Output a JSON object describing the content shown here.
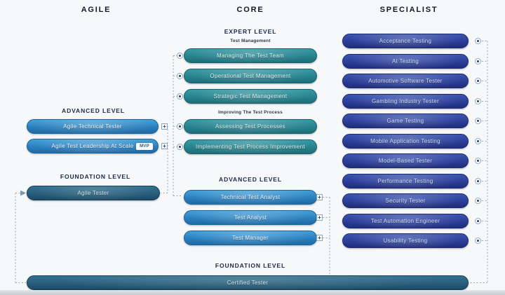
{
  "headers": {
    "agile": "AGILE",
    "core": "CORE",
    "specialist": "SPECIALIST"
  },
  "agile": {
    "advanced_label": "ADVANCED LEVEL",
    "advanced": [
      {
        "label": "Agile Technical Tester"
      },
      {
        "label": "Agile Test Leadership At Scale",
        "badge": "MVP"
      }
    ],
    "foundation_label": "FOUNDATION LEVEL",
    "foundation": {
      "label": "Agile Tester"
    }
  },
  "core": {
    "expert_label": "EXPERT LEVEL",
    "expert_groups": [
      {
        "group_label": "Test Management",
        "items": [
          "Managing The Test Team",
          "Operational Test Management",
          "Strategic Test Management"
        ]
      },
      {
        "group_label": "Improving The Test Process",
        "items": [
          "Assessing Test Processes",
          "Implementing Test Process Improvement"
        ]
      }
    ],
    "advanced_label": "ADVANCED LEVEL",
    "advanced": [
      "Technical Test Analyst",
      "Test Analyst",
      "Test Manager"
    ]
  },
  "specialist": {
    "items": [
      "Acceptance Testing",
      "AI Testing",
      "Automotive Software Tester",
      "Gambling Industry Tester",
      "Game Testing",
      "Mobile Application Testing",
      "Model-Based Tester",
      "Performance Testing",
      "Security Tester",
      "Test Automation Engineer",
      "Usability Testing"
    ]
  },
  "foundation": {
    "label": "FOUNDATION LEVEL",
    "cert": "Certified Tester"
  },
  "icons": {
    "plus": "+"
  },
  "colors": {
    "teal": "#27828d",
    "blue": "#2a7fbd",
    "steel": "#275d7c",
    "navy": "#2a3c96",
    "connector": "#92a8bd"
  }
}
